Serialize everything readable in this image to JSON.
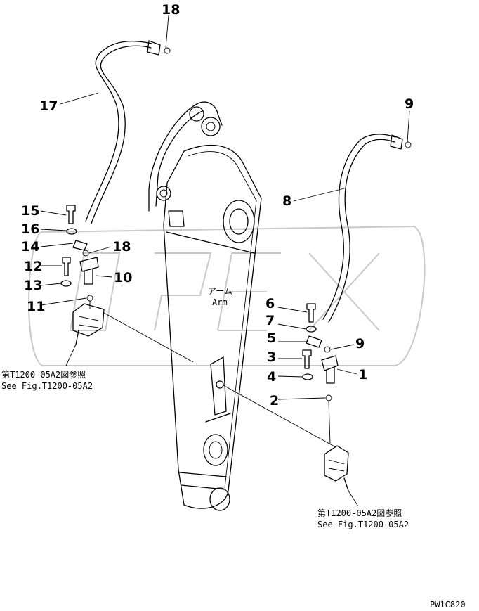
{
  "figure_code": "PW1C820",
  "watermark": "OPEX",
  "arm_label": {
    "jp": "アーム",
    "en": "Arm"
  },
  "callouts": [
    {
      "id": "c18a",
      "label": "18"
    },
    {
      "id": "c17",
      "label": "17"
    },
    {
      "id": "c9a",
      "label": "9"
    },
    {
      "id": "c8",
      "label": "8"
    },
    {
      "id": "c15",
      "label": "15"
    },
    {
      "id": "c16",
      "label": "16"
    },
    {
      "id": "c14",
      "label": "14"
    },
    {
      "id": "c18b",
      "label": "18"
    },
    {
      "id": "c12",
      "label": "12"
    },
    {
      "id": "c10",
      "label": "10"
    },
    {
      "id": "c13",
      "label": "13"
    },
    {
      "id": "c11",
      "label": "11"
    },
    {
      "id": "c6",
      "label": "6"
    },
    {
      "id": "c7",
      "label": "7"
    },
    {
      "id": "c5",
      "label": "5"
    },
    {
      "id": "c9b",
      "label": "9"
    },
    {
      "id": "c3",
      "label": "3"
    },
    {
      "id": "c1",
      "label": "1"
    },
    {
      "id": "c4",
      "label": "4"
    },
    {
      "id": "c2",
      "label": "2"
    }
  ],
  "references": [
    {
      "jp": "第T1200-05A2図参照",
      "en": "See Fig.T1200-05A2"
    },
    {
      "jp": "第T1200-05A2図参照",
      "en": "See Fig.T1200-05A2"
    }
  ]
}
